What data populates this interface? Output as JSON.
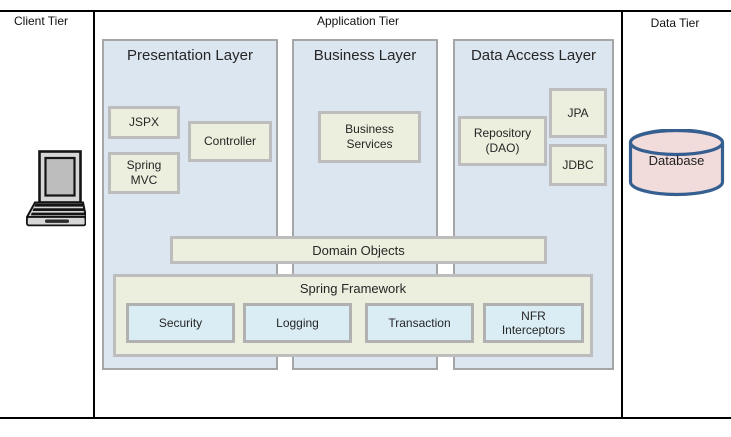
{
  "diagram": {
    "tiers": {
      "client": "Client Tier",
      "application": "Application Tier",
      "data": "Data Tier"
    },
    "layers": {
      "presentation": {
        "title": "Presentation Layer",
        "jspx": "JSPX",
        "controller": "Controller",
        "spring_mvc": "Spring MVC"
      },
      "business": {
        "title": "Business Layer",
        "services": "Business Services"
      },
      "data_access": {
        "title": "Data Access Layer",
        "repository": "Repository (DAO)",
        "jpa": "JPA",
        "jdbc": "JDBC"
      }
    },
    "shared": {
      "domain_objects": "Domain Objects",
      "spring_framework": {
        "title": "Spring Framework",
        "modules": [
          "Security",
          "Logging",
          "Transaction",
          "NFR Interceptors"
        ]
      }
    },
    "database": "Database",
    "icons": {
      "client": "computer-icon",
      "database": "database-cylinder-icon"
    },
    "colors": {
      "layer_fill": "#DCE6F1",
      "component_fill": "#ECEFDD",
      "module_fill": "#DAEDF4",
      "database_fill": "#F2DCDB",
      "database_stroke": "#365F91",
      "border_gray": "#A6A6A6",
      "component_border": "#BDBDBD",
      "line_black": "#000000"
    }
  }
}
